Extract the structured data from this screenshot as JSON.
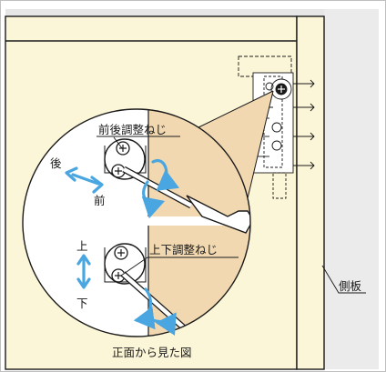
{
  "labels": {
    "front_back_screw": "前後調整ねじ",
    "back": "後",
    "front": "前",
    "up": "上",
    "down": "下",
    "up_down_screw": "上下調整ねじ",
    "side_panel": "側板",
    "front_view": "正面から見た図"
  },
  "colors": {
    "panel": "#fcf6d8",
    "wood": "#f2d8b0",
    "arrow": "#4aa6e0",
    "line": "#1a1a1a",
    "background": "#ebebeb"
  }
}
